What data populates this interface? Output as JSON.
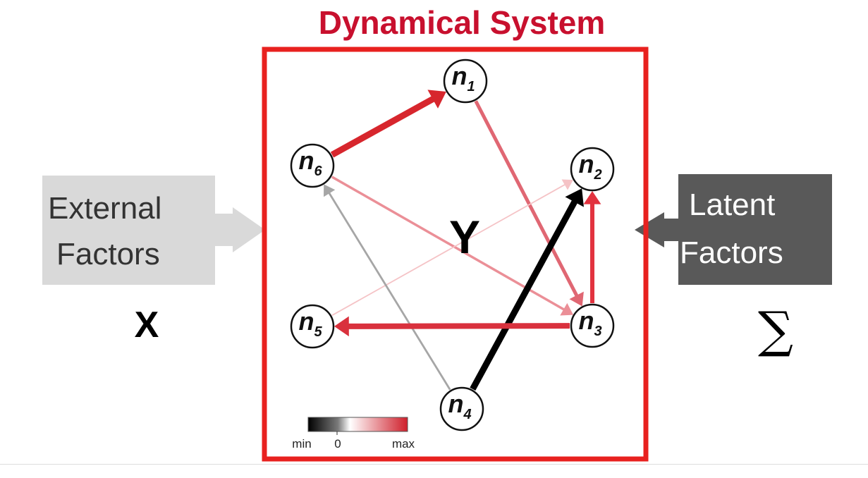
{
  "title": "Dynamical System",
  "external": {
    "label_line1": "External",
    "label_line2": "Factors",
    "symbol": "X"
  },
  "latent": {
    "label_line1": "Latent",
    "label_line2": "Factors",
    "symbol": "∑"
  },
  "system_symbol": "Y",
  "colors": {
    "accent_red": "#C8102E",
    "frame_red": "#E8211F",
    "external_box": "#d9d9d9",
    "external_arrow": "#d9d9d9",
    "latent_box": "#595959",
    "latent_arrow": "#595959"
  },
  "nodes": [
    {
      "id": "n1",
      "letter": "n",
      "sub": "1"
    },
    {
      "id": "n2",
      "letter": "n",
      "sub": "2"
    },
    {
      "id": "n3",
      "letter": "n",
      "sub": "3"
    },
    {
      "id": "n4",
      "letter": "n",
      "sub": "4"
    },
    {
      "id": "n5",
      "letter": "n",
      "sub": "5"
    },
    {
      "id": "n6",
      "letter": "n",
      "sub": "6"
    }
  ],
  "edges": [
    {
      "from": "n6",
      "to": "n1",
      "color": "#d7262d"
    },
    {
      "from": "n1",
      "to": "n3",
      "color": "#e06773"
    },
    {
      "from": "n6",
      "to": "n3",
      "color": "#eb8f97"
    },
    {
      "from": "n5",
      "to": "n2",
      "color": "#f5c3c6"
    },
    {
      "from": "n4",
      "to": "n6",
      "color": "#a6a6a6"
    },
    {
      "from": "n4",
      "to": "n2",
      "color": "#000000"
    },
    {
      "from": "n3",
      "to": "n2",
      "color": "#e2333f"
    },
    {
      "from": "n3",
      "to": "n5",
      "color": "#d9313d"
    }
  ],
  "colorbar": {
    "min_label": "min",
    "zero_label": "0",
    "max_label": "max"
  }
}
